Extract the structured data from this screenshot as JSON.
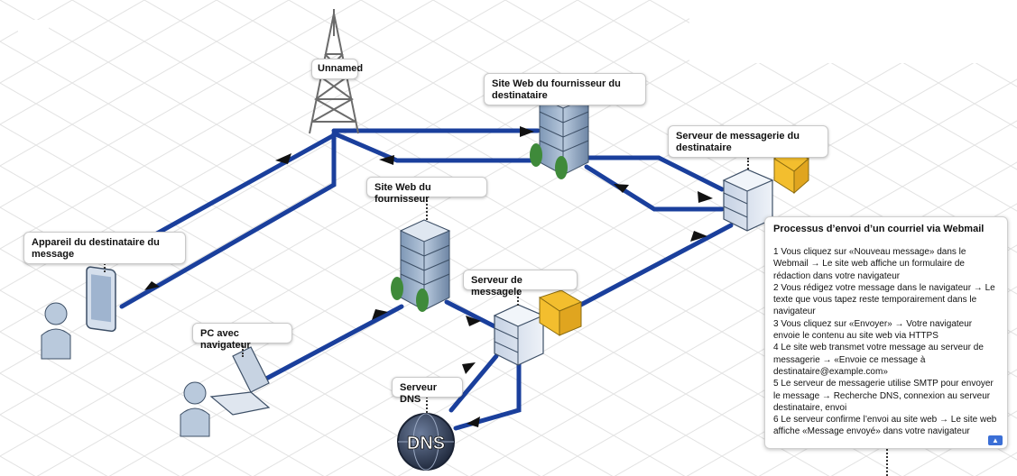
{
  "labels": {
    "tower": "Unnamed",
    "recipient_site": "Site Web du fournisseur du destinataire",
    "recipient_mail_server": "Serveur de messagerie du destinataire",
    "provider_site": "Site Web du fournisseur",
    "recipient_device": "Appareil du destinataire du message",
    "mail_server": "Serveur de messagele",
    "pc": "PC avec navigateur",
    "dns_server": "Serveur DNS",
    "dns_glyph": "DNS"
  },
  "panel": {
    "title": "Processus d’envoi d’un courriel via Webmail",
    "steps": [
      "1 Vous cliquez sur «Nouveau message» dans le Webmail → Le site web affiche un formulaire de rédaction dans votre navigateur",
      "2 Vous rédigez votre message dans le navigateur → Le texte que vous tapez reste temporairement dans le navigateur",
      "3 Vous cliquez sur «Envoyer» → Votre navigateur envoie le contenu au site web via HTTPS",
      "4 Le site web transmet votre message au serveur de messagerie → «Envoie ce message à destinataire@example.com»",
      "5 Le serveur de messagerie utilise SMTP pour envoyer le message → Recherche DNS, connexion au serveur destinataire, envoi",
      "6 Le serveur confirme l’envoi au site web → Le site web affiche «Message envoyé» dans votre navigateur"
    ],
    "collapse_icon": "chevron-up-icon"
  },
  "colors": {
    "link": "#1a3f9c",
    "grid": "#e2e2e2",
    "building": "#8aa2bd",
    "server": "#d7dfec",
    "envelope": "#f3be2e",
    "person": "#b9c9dc",
    "dns": "#2e3c54"
  }
}
